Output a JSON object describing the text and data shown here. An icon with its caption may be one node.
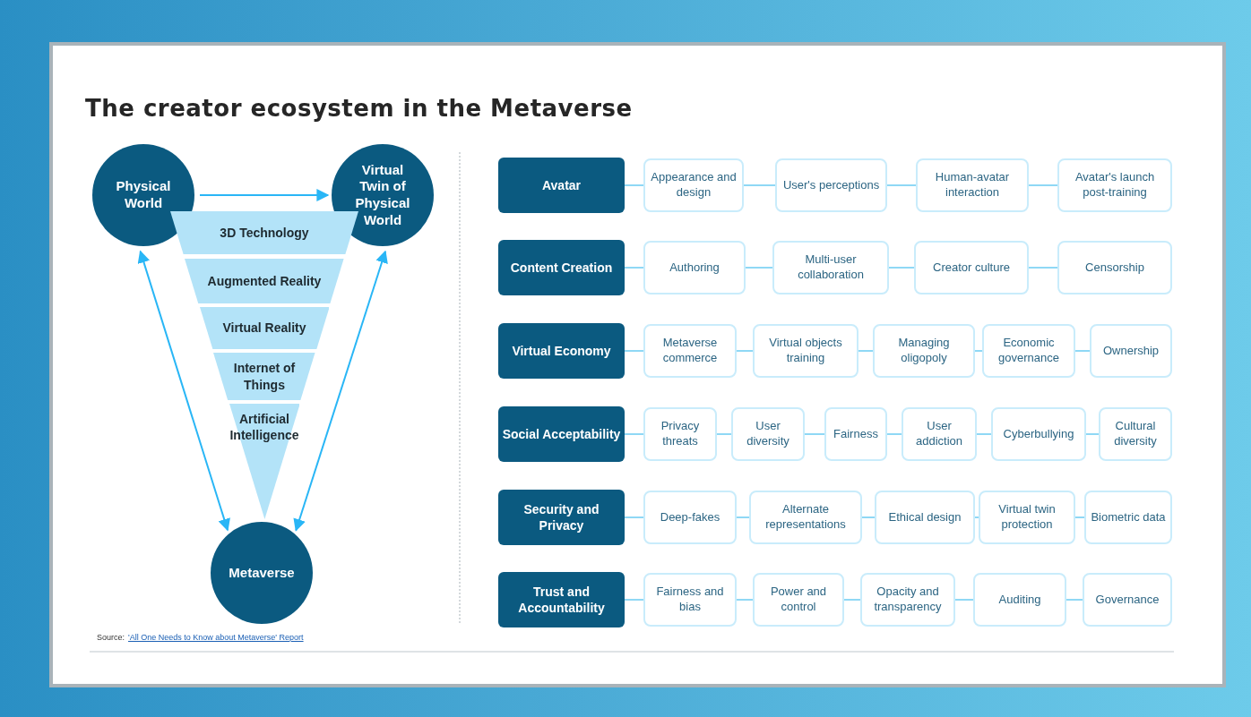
{
  "diagram": {
    "title": "The creator ecosystem in the Metaverse",
    "nodes": [
      {
        "text": [
          "Physical World"
        ]
      },
      {
        "text": [
          "Virtual Twin of Physical World"
        ]
      },
      {
        "text": [
          "3D Technology"
        ]
      },
      {
        "text": [
          "Augmented Reality"
        ]
      },
      {
        "text": [
          "Virtual Reality"
        ]
      },
      {
        "text": [
          "Internet of Things"
        ]
      },
      {
        "text": [
          "Artificial Intelligence"
        ]
      },
      {
        "text": [
          "Metaverse"
        ]
      },
      {
        "text": [
          "Avatar"
        ]
      },
      {
        "text": [
          "Appearance and design"
        ]
      },
      {
        "text": [
          "User's perceptions"
        ]
      },
      {
        "text": [
          "Human-avatar interaction"
        ]
      },
      {
        "text": [
          "Avatar's launch post-training"
        ]
      },
      {
        "text": [
          "Content Creation"
        ]
      },
      {
        "text": [
          "Authoring"
        ]
      },
      {
        "text": [
          "Multi-user collaboration"
        ]
      },
      {
        "text": [
          "Creator culture"
        ]
      },
      {
        "text": [
          "Censorship"
        ]
      },
      {
        "text": [
          "Virtual Economy"
        ]
      },
      {
        "text": [
          "Metaverse commerce"
        ]
      },
      {
        "text": [
          "Virtual objects training"
        ]
      },
      {
        "text": [
          "Managing oligopoly"
        ]
      },
      {
        "text": [
          "Economic governance"
        ]
      },
      {
        "text": [
          "Ownership"
        ]
      },
      {
        "text": [
          "Social Acceptability"
        ]
      },
      {
        "text": [
          "Privacy threats"
        ]
      },
      {
        "text": [
          "User diversity"
        ]
      },
      {
        "text": [
          "Fairness"
        ]
      },
      {
        "text": [
          "User addiction"
        ]
      },
      {
        "text": [
          "Cyberbullying"
        ]
      },
      {
        "text": [
          "Cultural diversity"
        ]
      },
      {
        "text": [
          "Security and Privacy"
        ]
      },
      {
        "text": [
          "Deep-fakes"
        ]
      },
      {
        "text": [
          "Alternate representations"
        ]
      },
      {
        "text": [
          "Ethical design"
        ]
      },
      {
        "text": [
          "Virtual twin protection"
        ]
      },
      {
        "text": [
          "Biometric data"
        ]
      },
      {
        "text": [
          "Trust and Accountability"
        ]
      },
      {
        "text": [
          "Fairness and bias"
        ]
      },
      {
        "text": [
          "Power and control"
        ]
      },
      {
        "text": [
          "Opacity and transparency"
        ]
      },
      {
        "text": [
          "Auditing"
        ]
      },
      {
        "text": [
          "Governance"
        ]
      }
    ],
    "edges": [
      {
        "from": 0,
        "to": 1,
        "arrow": "to",
        "color": "#29b6f6"
      },
      {
        "from": 0,
        "to": 7,
        "arrow": "both",
        "color": "#29b6f6"
      },
      {
        "from": 1,
        "to": 7,
        "arrow": "both",
        "color": "#29b6f6"
      },
      {
        "from": 8,
        "to": 9,
        "arrow": "none"
      },
      {
        "from": 9,
        "to": 10,
        "arrow": "none"
      },
      {
        "from": 10,
        "to": 11,
        "arrow": "none"
      },
      {
        "from": 11,
        "to": 12,
        "arrow": "none"
      },
      {
        "from": 13,
        "to": 14,
        "arrow": "none"
      },
      {
        "from": 14,
        "to": 15,
        "arrow": "none"
      },
      {
        "from": 15,
        "to": 16,
        "arrow": "none"
      },
      {
        "from": 16,
        "to": 17,
        "arrow": "none"
      },
      {
        "from": 18,
        "to": 19,
        "arrow": "none"
      },
      {
        "from": 19,
        "to": 20,
        "arrow": "none"
      },
      {
        "from": 20,
        "to": 21,
        "arrow": "none"
      },
      {
        "from": 21,
        "to": 22,
        "arrow": "none"
      },
      {
        "from": 22,
        "to": 23,
        "arrow": "none"
      },
      {
        "from": 24,
        "to": 25,
        "arrow": "none"
      },
      {
        "from": 25,
        "to": 26,
        "arrow": "none"
      },
      {
        "from": 26,
        "to": 27,
        "arrow": "none"
      },
      {
        "from": 27,
        "to": 28,
        "arrow": "none"
      },
      {
        "from": 28,
        "to": 29,
        "arrow": "none"
      },
      {
        "from": 29,
        "to": 30,
        "arrow": "none"
      },
      {
        "from": 31,
        "to": 32,
        "arrow": "none"
      },
      {
        "from": 32,
        "to": 33,
        "arrow": "none"
      },
      {
        "from": 33,
        "to": 34,
        "arrow": "none"
      },
      {
        "from": 34,
        "to": 35,
        "arrow": "none"
      },
      {
        "from": 35,
        "to": 36,
        "arrow": "none"
      },
      {
        "from": 37,
        "to": 38,
        "arrow": "none"
      },
      {
        "from": 38,
        "to": 39,
        "arrow": "none"
      },
      {
        "from": 39,
        "to": 40,
        "arrow": "none"
      },
      {
        "from": 40,
        "to": 41,
        "arrow": "none"
      },
      {
        "from": 41,
        "to": 42,
        "arrow": "none"
      }
    ],
    "labels": [
      "Source:",
      "'All One Needs to Know about Metaverse' Report"
    ]
  }
}
